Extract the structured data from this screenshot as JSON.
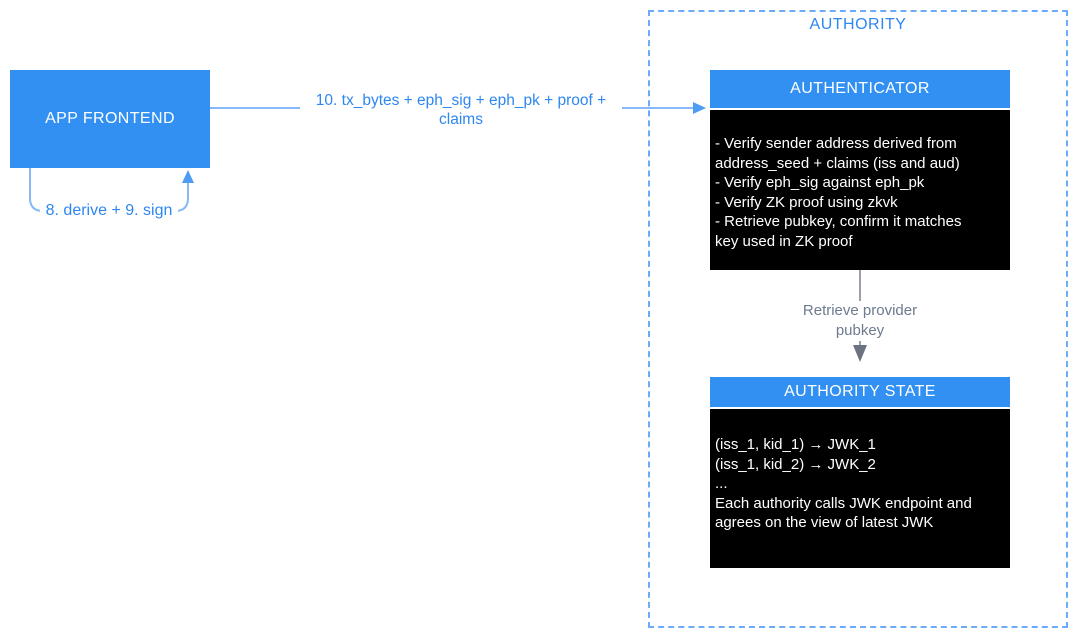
{
  "diagram": {
    "app_frontend": {
      "label": "APP FRONTEND"
    },
    "edges": {
      "tx_arrow_label_lines": [
        "10. tx_bytes + eph_sig + eph_pk + proof +",
        "claims"
      ],
      "self_loop_label": "8. derive + 9. sign",
      "retrieve_arrow_label_lines": [
        "Retrieve provider",
        "pubkey"
      ]
    },
    "authority": {
      "title": "AUTHORITY",
      "authenticator": {
        "title": "AUTHENTICATOR",
        "body_lines": [
          "- Verify sender address derived from",
          "address_seed + claims (iss and aud)",
          "- Verify eph_sig against eph_pk",
          "- Verify ZK proof using zkvk",
          "- Retrieve pubkey, confirm it matches",
          "key used in ZK proof"
        ]
      },
      "authority_state": {
        "title": "AUTHORITY STATE",
        "body_lines": [
          "(iss_1, kid_1) → JWK_1",
          "(iss_1, kid_2) → JWK_2",
          "...",
          "Each authority calls JWK endpoint and",
          "agrees on the view of latest JWK"
        ]
      }
    },
    "colors": {
      "box_blue": "#3190f2",
      "line_blue": "#85b9f7",
      "arrowhead_blue": "#4f9cf5",
      "label_blue": "#2e87f0",
      "dash_blue": "#6aacf8",
      "gray_line": "#9aa1ad",
      "gray_head": "#6b7380",
      "gray_text": "#6e7a8e",
      "node_black": "#000000"
    }
  }
}
